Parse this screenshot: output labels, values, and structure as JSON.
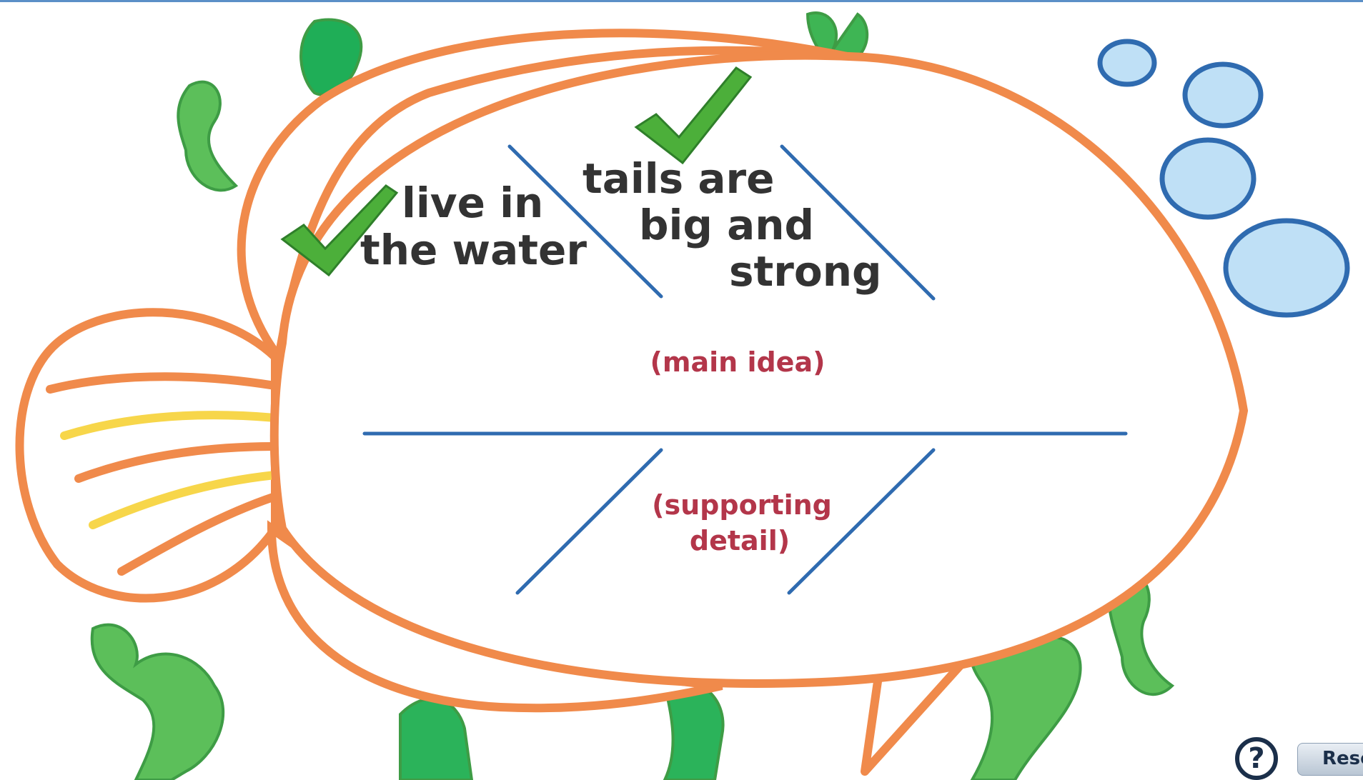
{
  "diagram": {
    "details_top": [
      {
        "lines": [
          "live in",
          "the water"
        ],
        "checked": true
      },
      {
        "lines": [
          "tails are",
          "big and",
          "strong"
        ],
        "checked": true
      }
    ],
    "main_idea_label": "(main idea)",
    "supporting_label_lines": [
      "(supporting",
      "detail)"
    ]
  },
  "controls": {
    "help_label": "?",
    "reset_label": "Reset"
  },
  "colors": {
    "fish_outline": "#f08a4b",
    "fin_stripe_yellow": "#f7d64a",
    "line_blue": "#2f6bb0",
    "label_red": "#b3364a",
    "check_green": "#4caf3a",
    "seaweed_green": "#5cbf5a",
    "bubble_fill": "#bfe0f6",
    "bubble_stroke": "#2f6bb0",
    "text_dark": "#333333"
  }
}
